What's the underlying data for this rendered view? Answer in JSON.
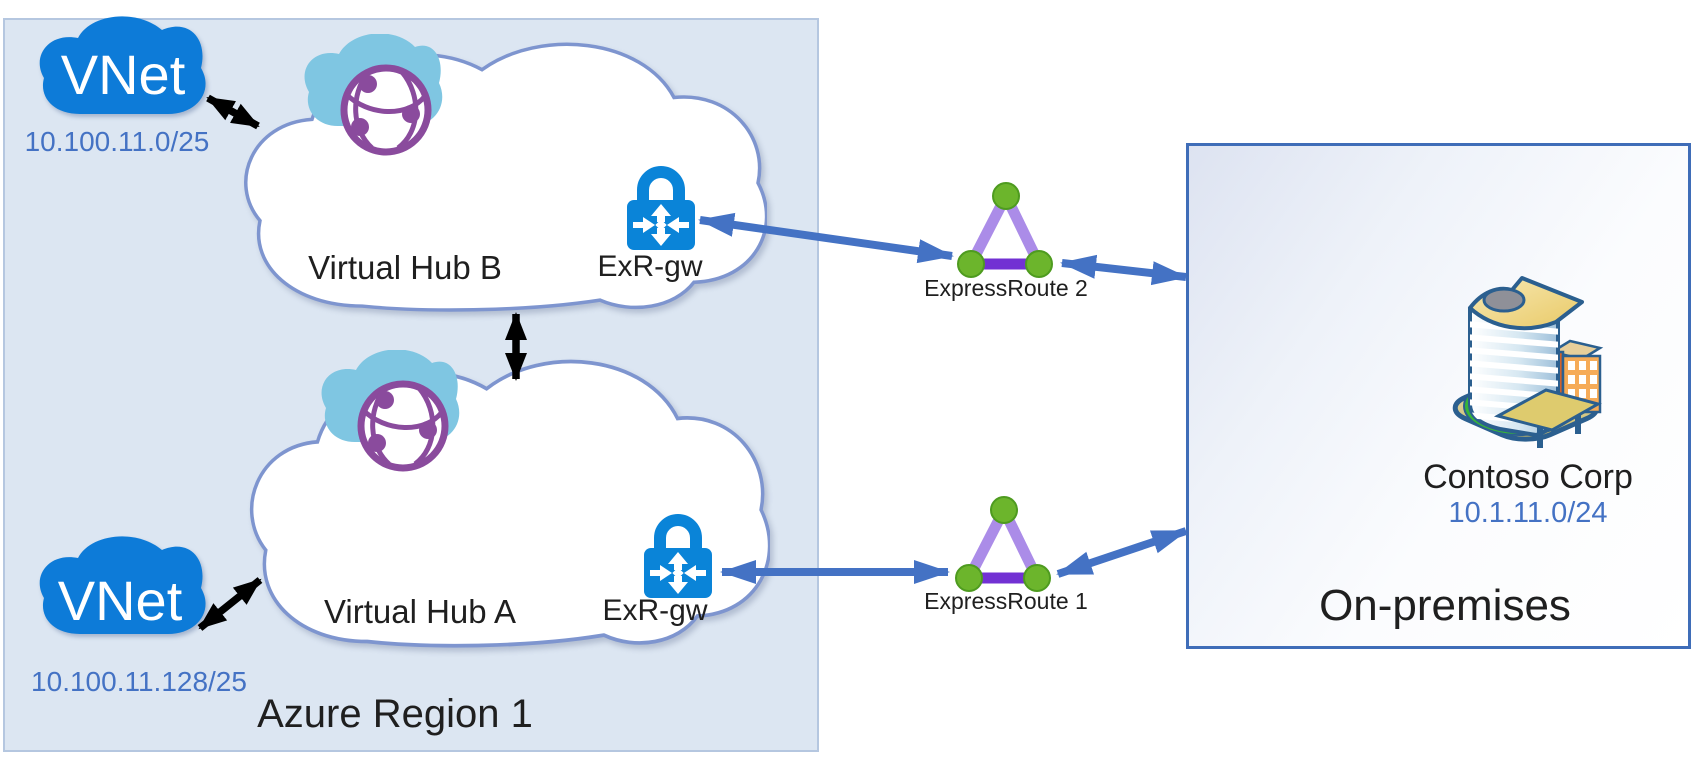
{
  "azure_region": {
    "label": "Azure Region 1"
  },
  "vnets": [
    {
      "name": "VNet",
      "cidr": "10.100.11.0/25"
    },
    {
      "name": "VNet",
      "cidr": "10.100.11.128/25"
    }
  ],
  "hubs": [
    {
      "name": "Virtual Hub B",
      "gateway": "ExR-gw"
    },
    {
      "name": "Virtual Hub A",
      "gateway": "ExR-gw"
    }
  ],
  "circuits": [
    {
      "name": "ExpressRoute 2"
    },
    {
      "name": "ExpressRoute 1"
    }
  ],
  "on_premises": {
    "label": "On-premises",
    "company": "Contoso Corp",
    "cidr": "10.1.11.0/24"
  },
  "colors": {
    "region_fill": "#dce6f2",
    "vnet_cloud_blue": "#0d7bd8",
    "hub_cloud_border": "#7e95cf",
    "gateway_blue": "#0a84d8",
    "arrow_blue": "#4472c4",
    "ip_text_blue": "#4472c4",
    "er_purple_light": "#ab8ce8",
    "er_purple_dark": "#7231d3",
    "er_green": "#6cb52c",
    "wan_globe_purple": "#8a4b9d",
    "wan_cloud_blue": "#7fc6e2",
    "onprem_border": "#3f6db8"
  }
}
